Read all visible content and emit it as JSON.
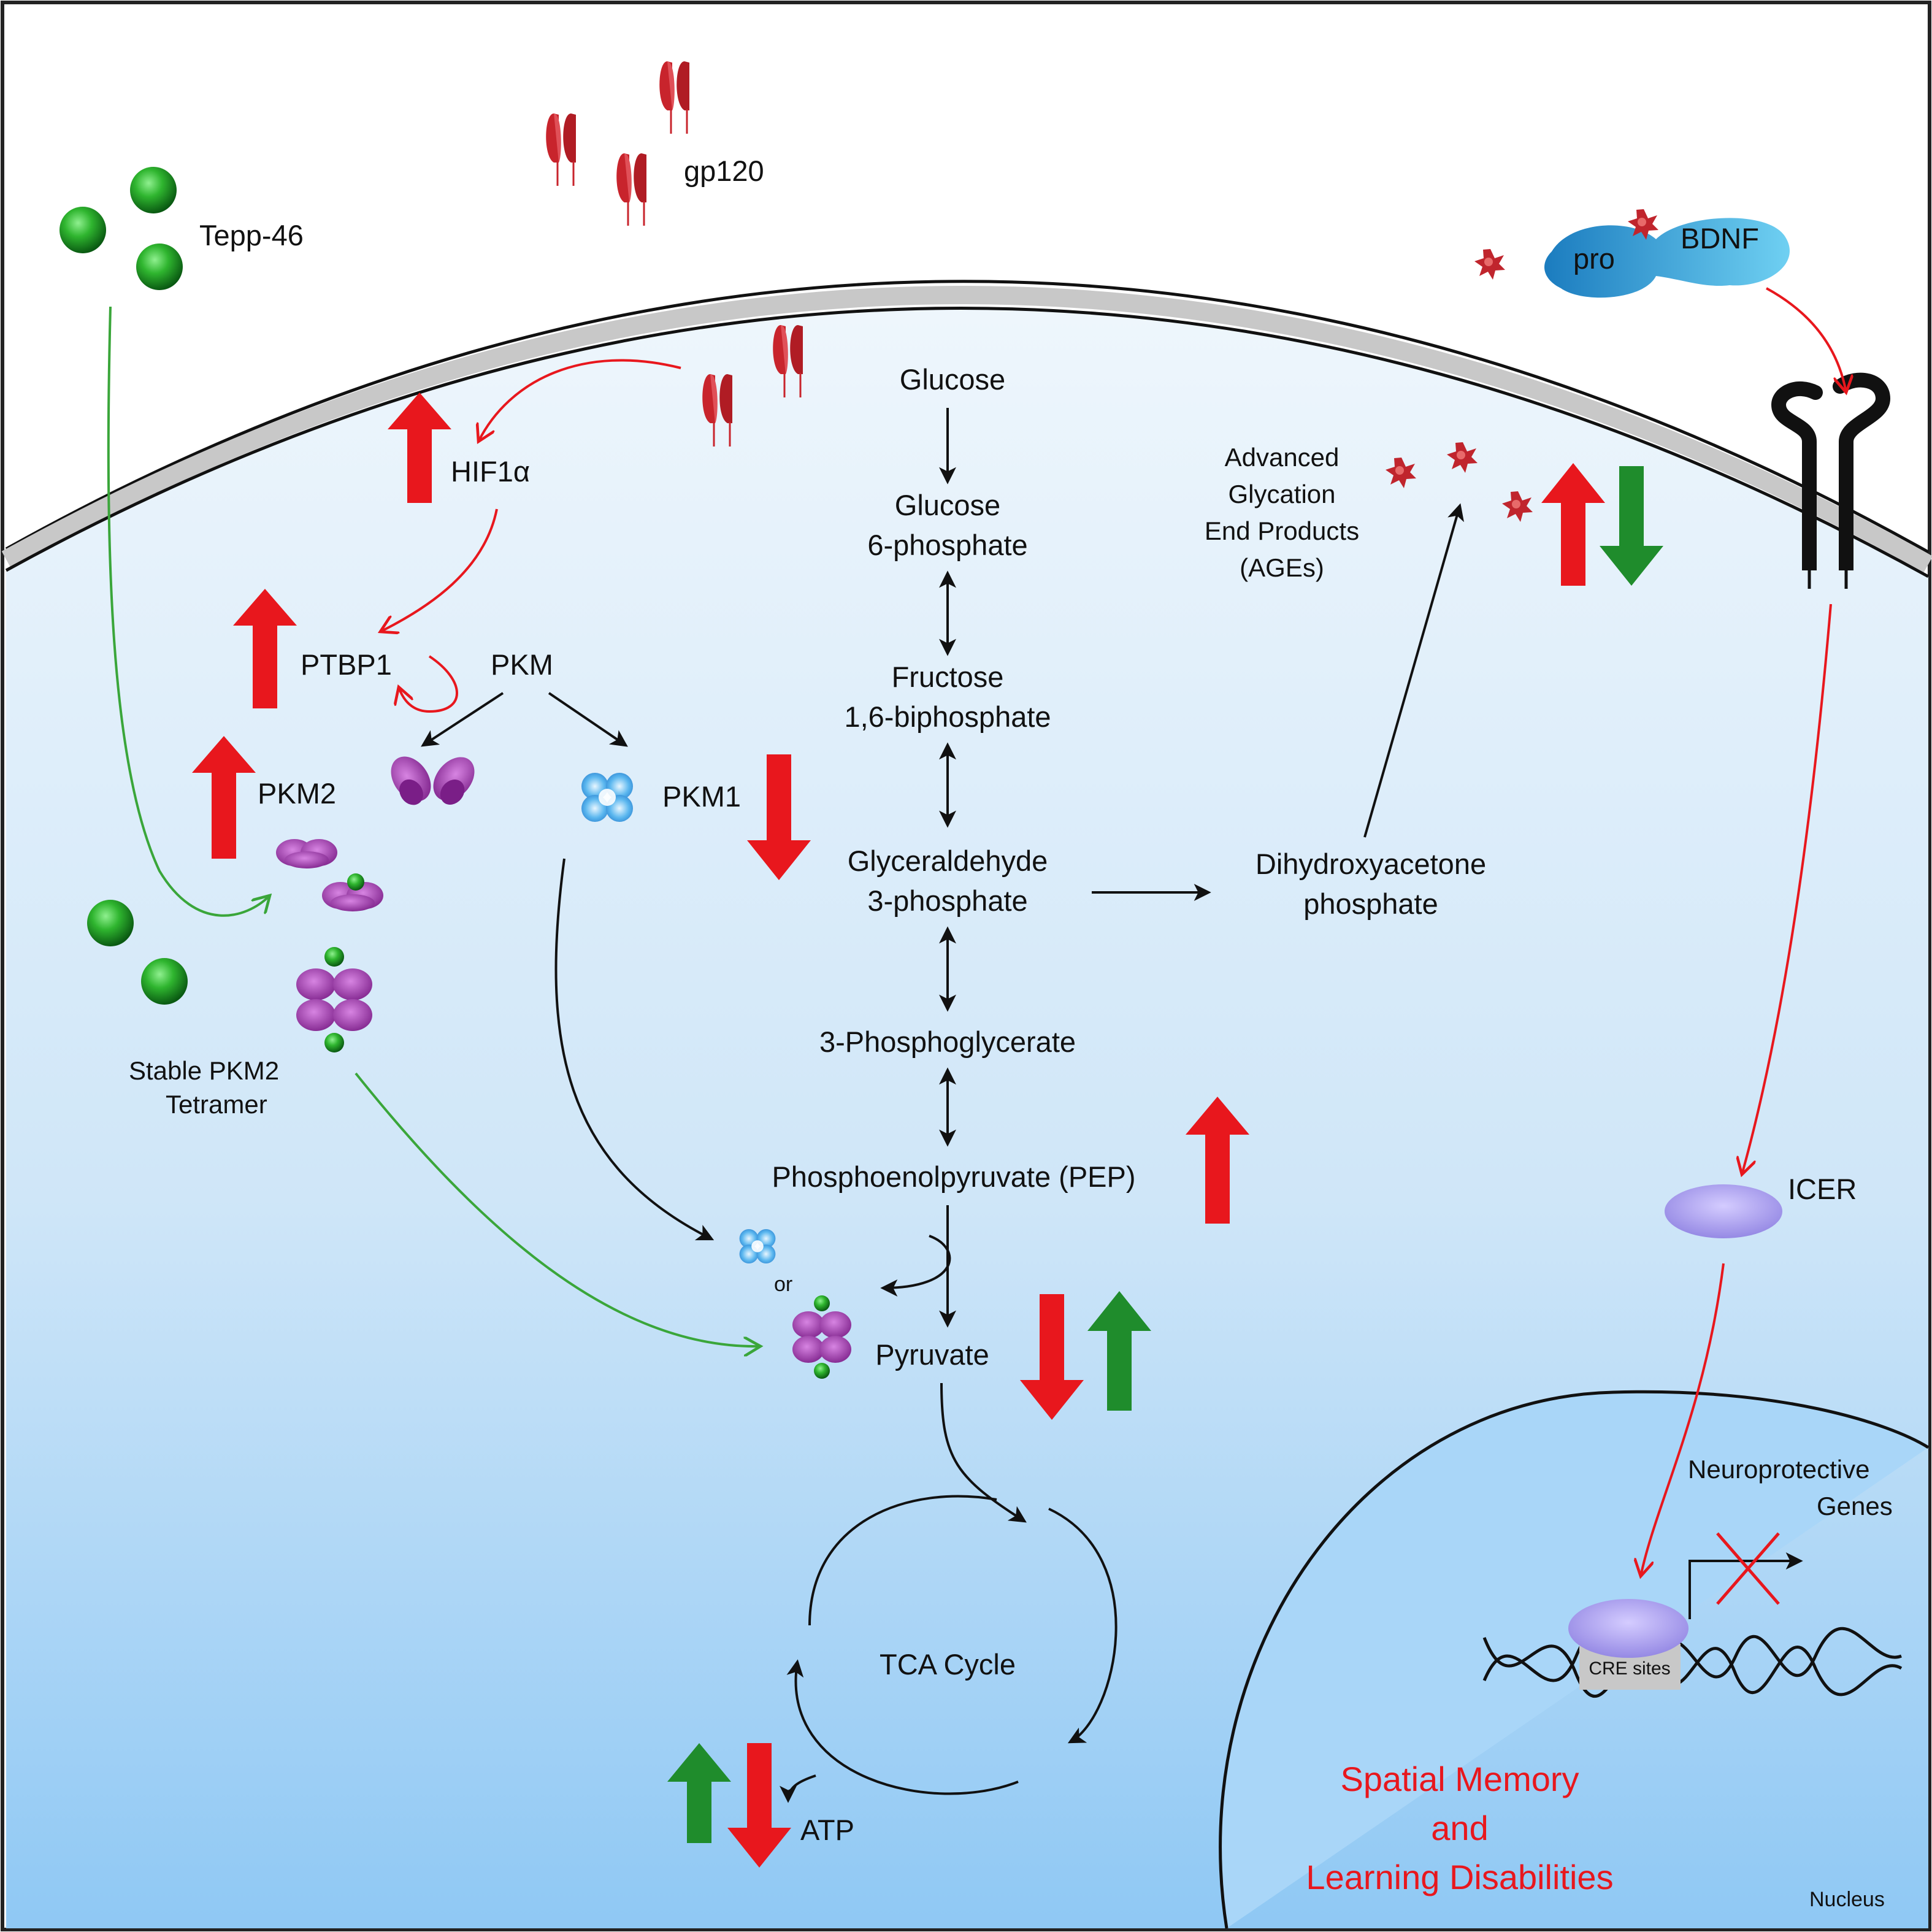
{
  "extracellular": {
    "tepp46": "Tepp-46",
    "gp120": "gp120",
    "pro": "pro",
    "bdnf": "BDNF"
  },
  "left": {
    "hif1a": "HIF1α",
    "ptbp1": "PTBP1",
    "pkm": "PKM",
    "pkm2": "PKM2",
    "pkm1": "PKM1",
    "stable_tetramer": [
      "Stable PKM2",
      "Tetramer"
    ],
    "or": "or"
  },
  "glycolysis": {
    "glucose": "Glucose",
    "g6p": [
      "Glucose",
      "6-phosphate"
    ],
    "f16bp": [
      "Fructose",
      "1,6-biphosphate"
    ],
    "g3p": [
      "Glyceraldehyde",
      "3-phosphate"
    ],
    "dhap": [
      "Dihydroxyacetone",
      "phosphate"
    ],
    "pg3": "3-Phosphoglycerate",
    "pep": "Phosphoenolpyruvate (PEP)",
    "pyruvate": "Pyruvate",
    "tca": "TCA Cycle",
    "atp": "ATP"
  },
  "ages": [
    "Advanced",
    "Glycation",
    "End Products",
    "(AGEs)"
  ],
  "right": {
    "icer": "ICER",
    "neuroprotective": [
      "Neuroprotective",
      "Genes"
    ],
    "cre_sites": "CRE sites",
    "outcome": [
      "Spatial Memory",
      "and",
      "Learning Disabilities"
    ],
    "nucleus": "Nucleus"
  },
  "colors": {
    "up_red": "#e8171d",
    "down_green": "#1f8c2c",
    "inhibition_red": "#e8171d",
    "tepp_path_green": "#3aa63a",
    "pkm2_purple": "#9b3fa6",
    "pkm1_blue": "#3fa0e0",
    "gp120_red": "#c8242c",
    "icer_lavender": "#a89ae8",
    "membrane_gray": "#c8c8c8"
  }
}
